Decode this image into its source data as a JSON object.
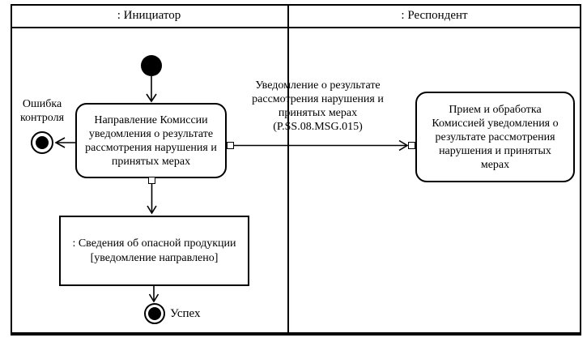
{
  "diagram": {
    "lanes": [
      {
        "label": ": Инициатор"
      },
      {
        "label": ": Респондент"
      }
    ],
    "nodes": {
      "initiator_action": "Направление Комиссии уведомления о результате рассмотрения нарушения и принятых мерах",
      "respondent_action": "Прием и обработка Комиссией уведомления о результате рассмотрения нарушения и принятых мерах",
      "object_node_title": ": Сведения об опасной продукции",
      "object_node_state": "[уведомление направлено]",
      "error_final_label": "Ошибка контроля",
      "success_final_label": "Успех"
    },
    "message": {
      "text": "Уведомление о результате рассмотрения нарушения и принятых мерах",
      "code": "(P.SS.08.MSG.015)"
    },
    "colors": {
      "line": "#000000",
      "background": "#ffffff"
    }
  }
}
